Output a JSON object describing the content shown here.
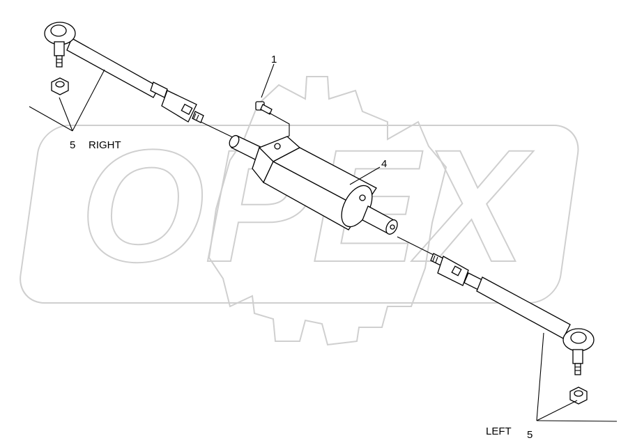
{
  "watermark": {
    "text": "OPEX",
    "color": "#cfcfcf"
  },
  "callouts": {
    "item_1": "1",
    "item_4": "4",
    "item_5_right": "5",
    "item_5_left": "5",
    "right_label": "RIGHT",
    "left_label": "LEFT"
  },
  "parts": {
    "bolt": "bolt",
    "cylinder": "hydraulic-cylinder",
    "tie_rod_right": "tie-rod-end",
    "tie_rod_left": "tie-rod-end",
    "nut_right": "nut",
    "nut_left": "nut"
  }
}
